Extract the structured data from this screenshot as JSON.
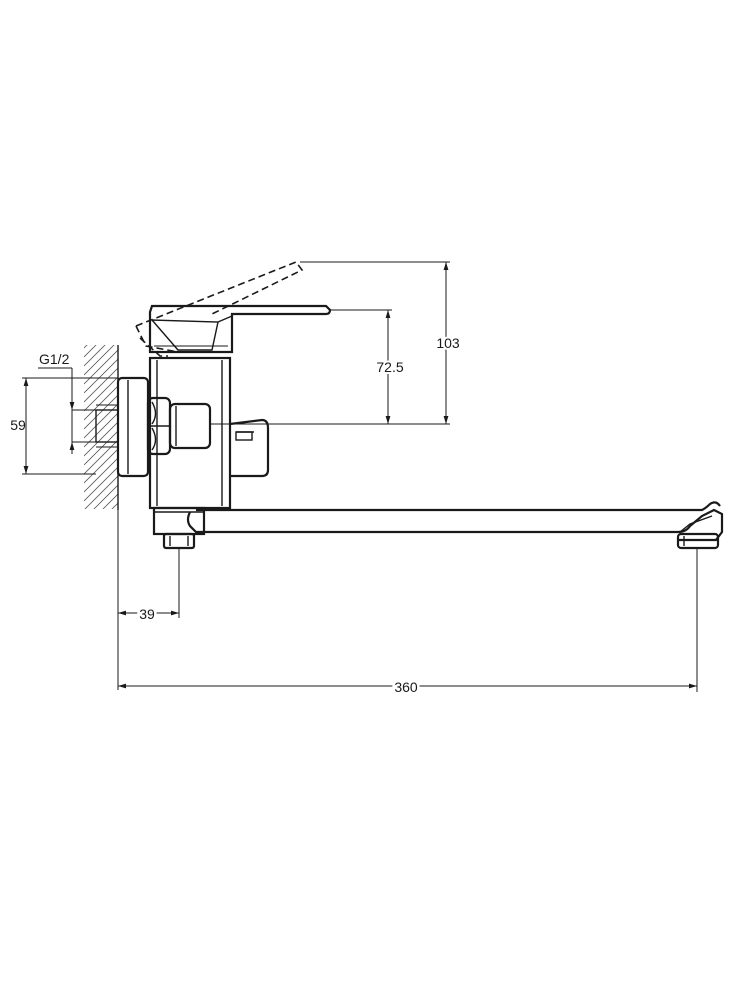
{
  "dimensions": {
    "thread": "G1/2",
    "inlet_spacing": "59",
    "lever_height": "103",
    "spout_height": "72.5",
    "aerator_offset": "39",
    "spout_reach": "360"
  }
}
